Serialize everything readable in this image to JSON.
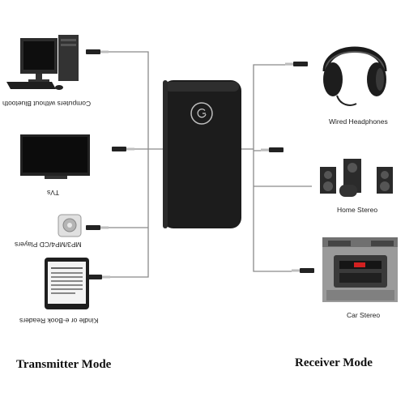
{
  "transmitter": {
    "mode_label": "Transmitter Mode",
    "sources": [
      {
        "label": "Computers without Bluetooth",
        "icon": "computer-icon"
      },
      {
        "label": "TVs",
        "icon": "tv-icon"
      },
      {
        "label": "MP3/MP4/CD Players",
        "icon": "mp3-player-icon"
      },
      {
        "label": "Kindle or e-Book Readers",
        "icon": "ebook-reader-icon"
      }
    ]
  },
  "receiver": {
    "mode_label": "Receiver Mode",
    "outputs": [
      {
        "label": "Wired Headphones",
        "icon": "headphones-icon"
      },
      {
        "label": "Home Stereo",
        "icon": "home-stereo-icon"
      },
      {
        "label": "Car Stereo",
        "icon": "car-stereo-icon"
      }
    ]
  },
  "device": {
    "icon": "power-button-icon",
    "logo_letter": "G"
  },
  "colors": {
    "device_body": "#1c1c1c",
    "cable": "#8a8a8a",
    "text": "#222222"
  }
}
